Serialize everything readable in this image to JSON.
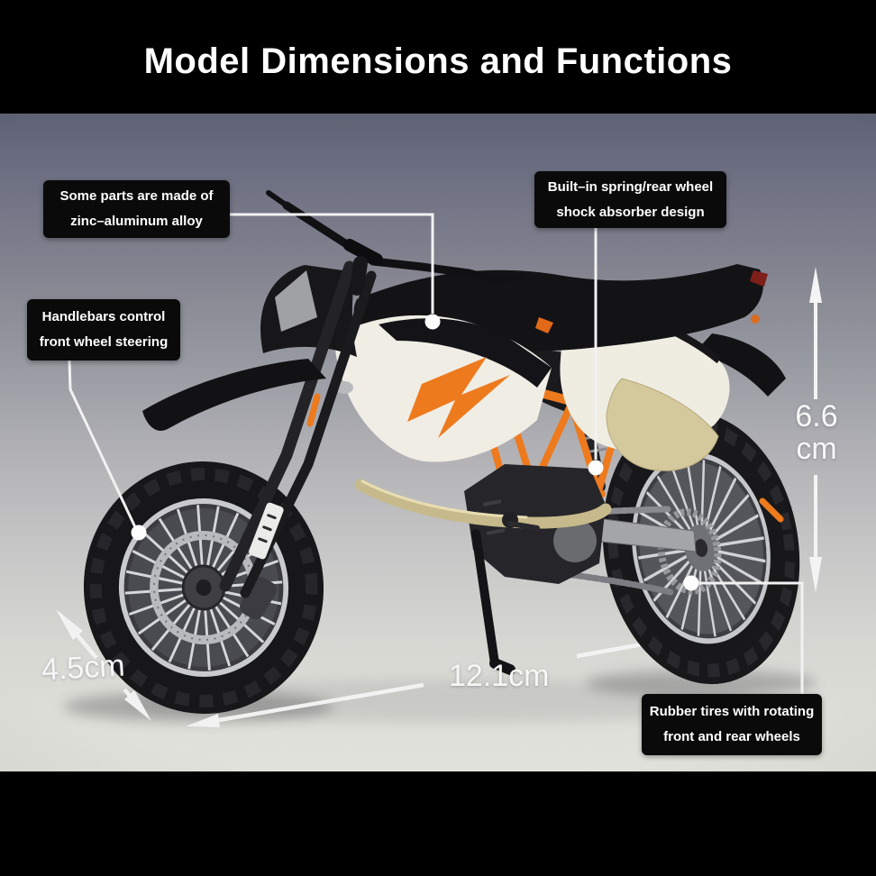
{
  "page": {
    "alt": "Die-cast supermoto motorcycle model with annotated dimensions and functions"
  },
  "header": {
    "title": "Model Dimensions and Functions"
  },
  "callouts": {
    "alloy": {
      "line1": "Some parts are made of",
      "line2": "zinc–aluminum alloy"
    },
    "shock": {
      "line1": "Built–in spring/rear wheel",
      "line2": "shock absorber design"
    },
    "steering": {
      "line1": "Handlebars control",
      "line2": "front wheel steering"
    },
    "tires": {
      "line1": "Rubber tires with rotating",
      "line2": "front and rear wheels"
    }
  },
  "dimensions": {
    "height": {
      "value": "6.6",
      "unit": "cm"
    },
    "length": {
      "value": "12.1cm"
    },
    "width": {
      "value": "4.5cm"
    }
  },
  "colors": {
    "bar_bg": "#000000",
    "title_text": "#ffffff",
    "label_bg": "#0a0a0a",
    "label_text": "#ffffff",
    "annotation_white": "#f4f4f4",
    "accent_orange": "#ee7a1e",
    "body_white": "#f0ede5",
    "gold_panel": "#d4c89d"
  }
}
